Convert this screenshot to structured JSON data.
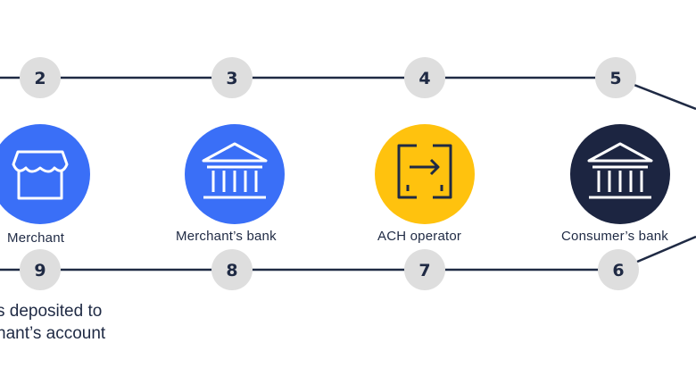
{
  "steps": {
    "top": [
      "2",
      "3",
      "4",
      "5"
    ],
    "bottom": [
      "9",
      "8",
      "7",
      "6"
    ]
  },
  "nodes": [
    {
      "label": "Merchant",
      "icon": "storefront-icon",
      "color": "#3a6ff7"
    },
    {
      "label": "Merchant’s bank",
      "icon": "bank-icon",
      "color": "#3a6ff7"
    },
    {
      "label": "ACH operator",
      "icon": "transfer-icon",
      "color": "#ffc20e"
    },
    {
      "label": "Consumer’s bank",
      "icon": "bank-icon",
      "color": "#1c2541"
    }
  ],
  "note": {
    "line1": "s deposited to",
    "line2": "hant’s account"
  },
  "colors": {
    "line": "#1f2a44",
    "step_circle": "#dedede",
    "blue": "#3a6ff7",
    "yellow": "#ffc20e",
    "navy": "#1c2541"
  }
}
